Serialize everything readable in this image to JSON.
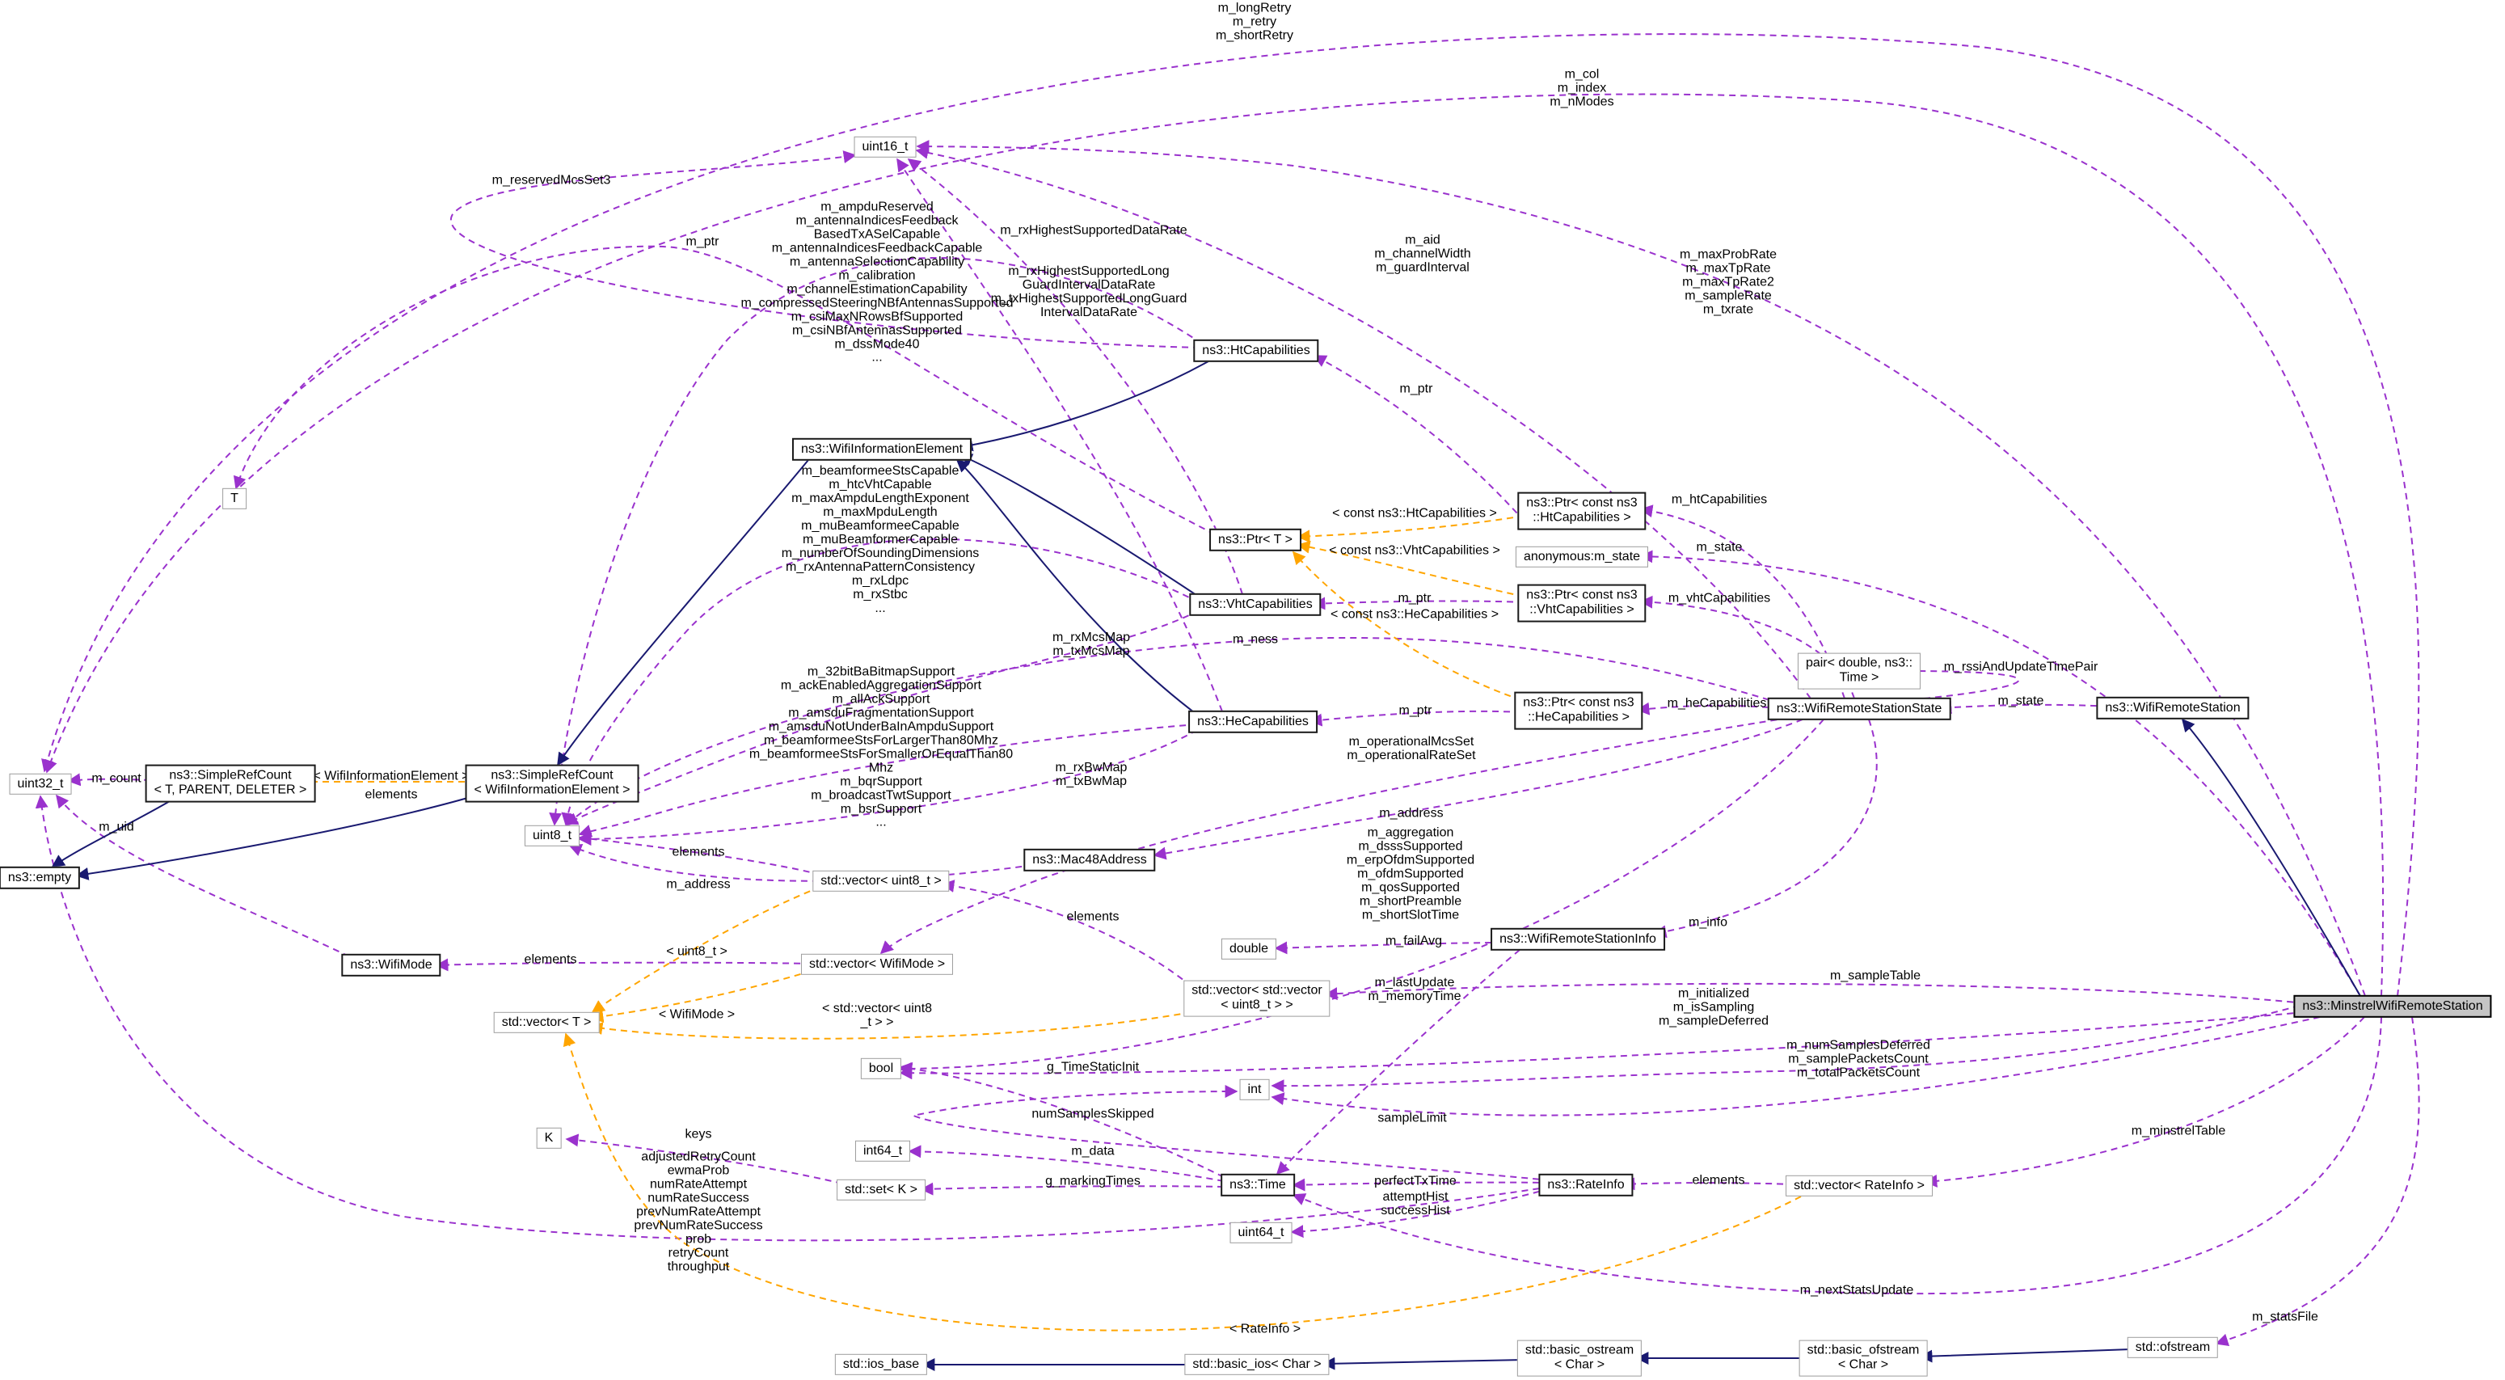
{
  "diagram": {
    "title": "ns3::MinstrelWifiRemoteStation collaboration graph",
    "colors": {
      "member": "#9a32cd",
      "inheritance": "#191970",
      "template": "#ffa500",
      "box_border": "#9d9d9d",
      "link_border": "#1a1a1a",
      "target_fill": "#c5c5c5"
    },
    "nodes": [
      {
        "id": "uint16-t",
        "label": "uint16_t"
      },
      {
        "id": "t-param",
        "label": "T"
      },
      {
        "id": "ht-capabilities",
        "label": "ns3::HtCapabilities"
      },
      {
        "id": "wifi-information-element",
        "label": "ns3::WifiInformationElement"
      },
      {
        "id": "ptr-t",
        "label": "ns3::Ptr< T >"
      },
      {
        "id": "ptr-const-ht",
        "label": "ns3::Ptr< const ns3\n::HtCapabilities >"
      },
      {
        "id": "anonymous-m-state",
        "label": "anonymous:m_state"
      },
      {
        "id": "vht-capabilities",
        "label": "ns3::VhtCapabilities"
      },
      {
        "id": "ptr-const-vht",
        "label": "ns3::Ptr< const ns3\n::VhtCapabilities >"
      },
      {
        "id": "he-capabilities",
        "label": "ns3::HeCapabilities"
      },
      {
        "id": "ptr-const-he",
        "label": "ns3::Ptr< const ns3\n::HeCapabilities >"
      },
      {
        "id": "pair-double-time",
        "label": "pair< double, ns3::\nTime >"
      },
      {
        "id": "wifi-remote-station-state",
        "label": "ns3::WifiRemoteStationState"
      },
      {
        "id": "wifi-remote-station",
        "label": "ns3::WifiRemoteStation"
      },
      {
        "id": "uint32-t",
        "label": "uint32_t"
      },
      {
        "id": "simple-ref-count-t",
        "label": "ns3::SimpleRefCount\n< T, PARENT, DELETER >"
      },
      {
        "id": "simple-ref-count-wie",
        "label": "ns3::SimpleRefCount\n< WifiInformationElement >"
      },
      {
        "id": "ns3-empty",
        "label": "ns3::empty"
      },
      {
        "id": "uint8-t",
        "label": "uint8_t"
      },
      {
        "id": "vector-uint8",
        "label": "std::vector< uint8_t >"
      },
      {
        "id": "mac48-address",
        "label": "ns3::Mac48Address"
      },
      {
        "id": "wifi-mode",
        "label": "ns3::WifiMode"
      },
      {
        "id": "vector-wifimode",
        "label": "std::vector< WifiMode >"
      },
      {
        "id": "vector-t",
        "label": "std::vector< T >"
      },
      {
        "id": "double-type",
        "label": "double"
      },
      {
        "id": "wifi-remote-station-info",
        "label": "ns3::WifiRemoteStationInfo"
      },
      {
        "id": "vector-vector-uint8",
        "label": "std::vector< std::vector\n< uint8_t > >"
      },
      {
        "id": "bool-type",
        "label": "bool"
      },
      {
        "id": "int-type",
        "label": "int"
      },
      {
        "id": "int64-t",
        "label": "int64_t"
      },
      {
        "id": "set-k",
        "label": "std::set< K >"
      },
      {
        "id": "k-param",
        "label": "K"
      },
      {
        "id": "ns3-time",
        "label": "ns3::Time"
      },
      {
        "id": "uint64-t",
        "label": "uint64_t"
      },
      {
        "id": "rate-info",
        "label": "ns3::RateInfo"
      },
      {
        "id": "vector-rateinfo",
        "label": "std::vector< RateInfo >"
      },
      {
        "id": "ios-base",
        "label": "std::ios_base"
      },
      {
        "id": "basic-ios",
        "label": "std::basic_ios< Char >"
      },
      {
        "id": "basic-ostream",
        "label": "std::basic_ostream\n< Char >"
      },
      {
        "id": "basic-ofstream",
        "label": "std::basic_ofstream\n< Char >"
      },
      {
        "id": "ofstream",
        "label": "std::ofstream"
      },
      {
        "id": "minstrel",
        "label": "ns3::MinstrelWifiRemoteStation"
      }
    ],
    "edge_labels": [
      {
        "id": "l-longretry",
        "text": "m_longRetry\nm_retry\nm_shortRetry"
      },
      {
        "id": "l-col",
        "text": "m_col\nm_index\nm_nModes"
      },
      {
        "id": "l-reservedmcs",
        "text": "m_reservedMcsSet3"
      },
      {
        "id": "l-ptr-t",
        "text": "m_ptr"
      },
      {
        "id": "l-ht-members",
        "text": "m_ampduReserved\nm_antennaIndicesFeedback\nBasedTxASelCapable\nm_antennaIndicesFeedbackCapable\nm_antennaSelectionCapability\nm_calibration\nm_channelEstimationCapability\nm_compressedSteeringNBfAntennasSupported\nm_csiMaxNRowsBfSupported\nm_csiNBfAntennasSupported\nm_dssMode40\n..."
      },
      {
        "id": "l-rxhighest",
        "text": "m_rxHighestSupportedDataRate"
      },
      {
        "id": "l-longguard",
        "text": "m_rxHighestSupportedLong\nGuardIntervalDataRate\nm_txHighestSupportedLongGuard\nIntervalDataRate"
      },
      {
        "id": "l-aid",
        "text": "m_aid\nm_channelWidth\nm_guardInterval"
      },
      {
        "id": "l-maxprob",
        "text": "m_maxProbRate\nm_maxTpRate\nm_maxTpRate2\nm_sampleRate\nm_txrate"
      },
      {
        "id": "l-ptr-ht",
        "text": "m_ptr"
      },
      {
        "id": "l-wie-members",
        "text": "m_beamformeeStsCapable\nm_htcVhtCapable\nm_maxAmpduLengthExponent\nm_maxMpduLength\nm_muBeamformeeCapable\nm_muBeamformerCapable\nm_numberOfSoundingDimensions\nm_rxAntennaPatternConsistency\nm_rxLdpc\nm_rxStbc\n..."
      },
      {
        "id": "l-tpl-ht",
        "text": "< const ns3::HtCapabilities >"
      },
      {
        "id": "l-htcap",
        "text": "m_htCapabilities"
      },
      {
        "id": "l-tpl-vht",
        "text": "< const ns3::VhtCapabilities >"
      },
      {
        "id": "l-state-anon",
        "text": "m_state"
      },
      {
        "id": "l-ptr-vht",
        "text": "m_ptr"
      },
      {
        "id": "l-tpl-he",
        "text": "< const ns3::HeCapabilities >"
      },
      {
        "id": "l-vhtcap",
        "text": "m_vhtCapabilities"
      },
      {
        "id": "l-mcsmap",
        "text": "m_rxMcsMap\nm_txMcsMap"
      },
      {
        "id": "l-ness",
        "text": "m_ness"
      },
      {
        "id": "l-he-members",
        "text": "m_32bitBaBitmapSupport\nm_ackEnabledAggregationSupport\nm_allAckSupport\nm_amsduFragmentationSupport\nm_amsduNotUnderBaInAmpduSupport\nm_beamformeeStsForLargerThan80Mhz\nm_beamformeeStsForSmallerOrEqualThan80\nMhz\nm_bqrSupport\nm_broadcastTwtSupport\nm_bsrSupport\n..."
      },
      {
        "id": "l-ptr-he",
        "text": "m_ptr"
      },
      {
        "id": "l-hecap",
        "text": "m_heCapabilities"
      },
      {
        "id": "l-rssi",
        "text": "m_rssiAndUpdateTimePair"
      },
      {
        "id": "l-state",
        "text": "m_state"
      },
      {
        "id": "l-operational",
        "text": "m_operationalMcsSet\nm_operationalRateSet"
      },
      {
        "id": "l-bwmap",
        "text": "m_rxBwMap\nm_txBwMap"
      },
      {
        "id": "l-address-state",
        "text": "m_address"
      },
      {
        "id": "l-count",
        "text": "m_count"
      },
      {
        "id": "l-tpl-wie",
        "text": "< WifiInformationElement >"
      },
      {
        "id": "l-elements-src",
        "text": "elements"
      },
      {
        "id": "l-uid",
        "text": "m_uid"
      },
      {
        "id": "l-elements-vu8",
        "text": "elements"
      },
      {
        "id": "l-address-mac",
        "text": "m_address"
      },
      {
        "id": "l-elements-vvu8",
        "text": "elements"
      },
      {
        "id": "l-aggregation",
        "text": "m_aggregation\nm_dsssSupported\nm_erpOfdmSupported\nm_ofdmSupported\nm_qosSupported\nm_shortPreamble\nm_shortSlotTime"
      },
      {
        "id": "l-info",
        "text": "m_info"
      },
      {
        "id": "l-elements-vwm",
        "text": "elements"
      },
      {
        "id": "l-tpl-u8",
        "text": "< uint8_t >"
      },
      {
        "id": "l-failavg",
        "text": "m_failAvg"
      },
      {
        "id": "l-sampletable",
        "text": "m_sampleTable"
      },
      {
        "id": "l-tpl-wm",
        "text": "< WifiMode >"
      },
      {
        "id": "l-tpl-vu8",
        "text": "< std::vector< uint8\n_t > >"
      },
      {
        "id": "l-lastupdate",
        "text": "m_lastUpdate\nm_memoryTime"
      },
      {
        "id": "l-initialized",
        "text": "m_initialized\nm_isSampling\nm_sampleDeferred"
      },
      {
        "id": "l-timestatic",
        "text": "g_TimeStaticInit"
      },
      {
        "id": "l-numskipped",
        "text": "numSamplesSkipped"
      },
      {
        "id": "l-samplelimit",
        "text": "sampleLimit"
      },
      {
        "id": "l-numdeferred",
        "text": "m_numSamplesDeferred\nm_samplePacketsCount\nm_totalPacketsCount"
      },
      {
        "id": "l-mdata",
        "text": "m_data"
      },
      {
        "id": "l-markingtimes",
        "text": "g_markingTimes"
      },
      {
        "id": "l-keys",
        "text": "keys"
      },
      {
        "id": "l-rateinfo-members",
        "text": "adjustedRetryCount\newmaProb\nnumRateAttempt\nnumRateSuccess\nprevNumRateAttempt\nprevNumRateSuccess\nprob\nretryCount\nthroughput"
      },
      {
        "id": "l-perfecttx",
        "text": "perfectTxTime"
      },
      {
        "id": "l-attempthist",
        "text": "attemptHist\nsuccessHist"
      },
      {
        "id": "l-elements-vri",
        "text": "elements"
      },
      {
        "id": "l-minstreltable",
        "text": "m_minstrelTable"
      },
      {
        "id": "l-nextstats",
        "text": "m_nextStatsUpdate"
      },
      {
        "id": "l-tpl-rateinfo",
        "text": "< RateInfo >"
      },
      {
        "id": "l-statsfile",
        "text": "m_statsFile"
      }
    ]
  }
}
